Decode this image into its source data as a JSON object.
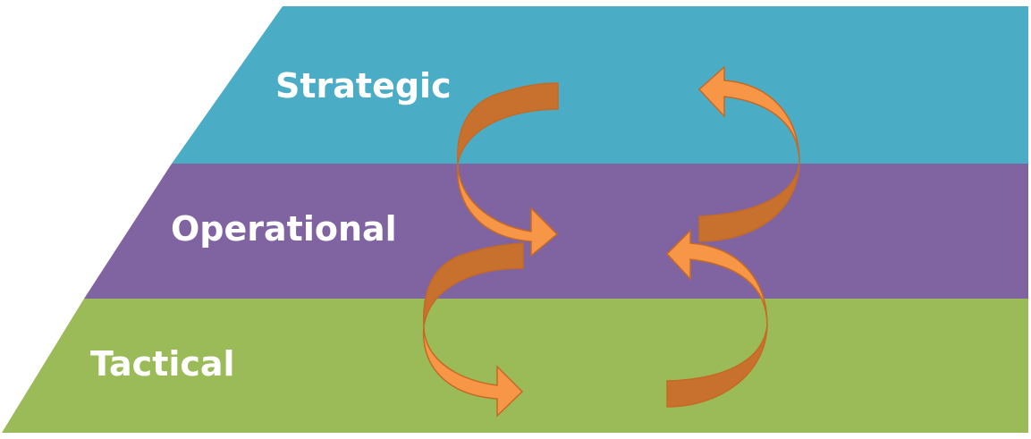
{
  "layers": [
    {
      "label": "Strategic",
      "color": "#4BACC6"
    },
    {
      "label": "Operational",
      "color": "#8064A2"
    },
    {
      "label": "Tactical",
      "color": "#9BBB59"
    }
  ],
  "arrows": {
    "fill": "#F79646",
    "fill_dark": "#C8702E",
    "stroke": "#C56A24"
  },
  "label_color": "#FFFFFF"
}
